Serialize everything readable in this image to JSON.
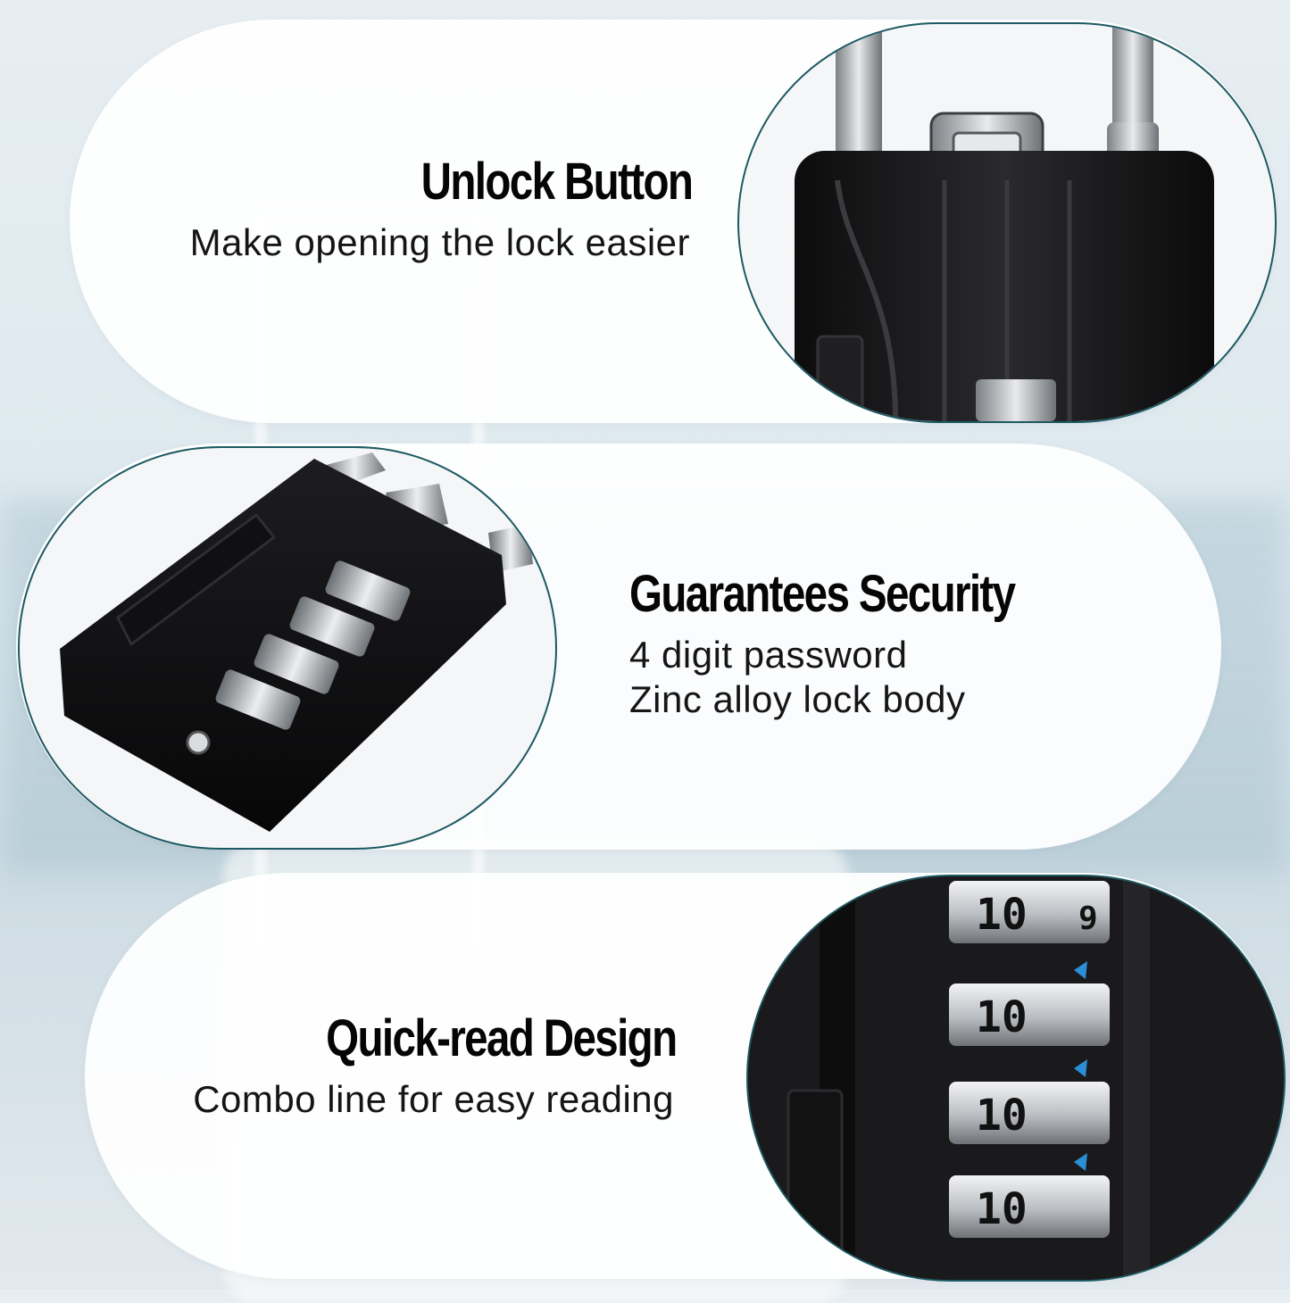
{
  "features": [
    {
      "title": "Unlock Button",
      "lines": [
        "Make opening the lock easier"
      ]
    },
    {
      "title": "Guarantees Security",
      "lines": [
        "4 digit password",
        "Zinc alloy lock body"
      ]
    },
    {
      "title": "Quick-read Design",
      "lines": [
        "Combo line for easy reading"
      ]
    }
  ],
  "colors": {
    "accent": "#1d5962",
    "lock_body": "#141416",
    "dial_metal": "#c9cccf",
    "indicator": "#2a8fd6"
  },
  "dial_digits": {
    "visible": "10",
    "partial": "9"
  }
}
